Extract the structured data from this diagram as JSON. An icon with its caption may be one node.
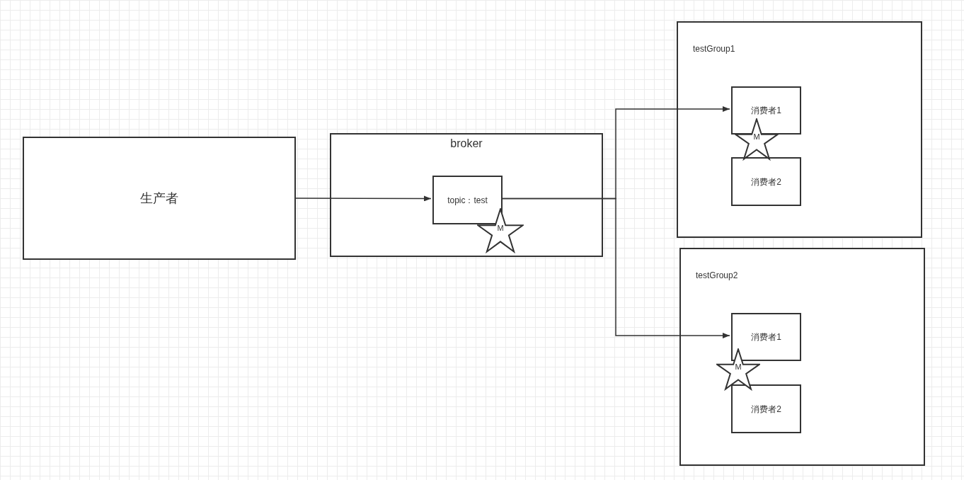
{
  "diagram": {
    "nodes": [
      {
        "text": [
          "生产者"
        ]
      },
      {
        "text": [
          "broker"
        ]
      },
      {
        "text": [
          "topic：test"
        ],
        "in": 1
      },
      {
        "text": [
          "M"
        ],
        "in": 1
      },
      {
        "text": [
          "testGroup1"
        ]
      },
      {
        "text": [
          "消费者1"
        ],
        "in": 4
      },
      {
        "text": [
          "M"
        ],
        "in": 4
      },
      {
        "text": [
          "消费者2"
        ],
        "in": 4
      },
      {
        "text": [
          "testGroup2"
        ]
      },
      {
        "text": [
          "消费者1"
        ],
        "in": 8
      },
      {
        "text": [
          "M"
        ],
        "in": 8
      },
      {
        "text": [
          "消费者2"
        ],
        "in": 8
      }
    ],
    "edges": [
      {
        "from": 0,
        "to": 2,
        "arrow": "to"
      },
      {
        "from": 2,
        "to": 5,
        "arrow": "to"
      },
      {
        "from": 2,
        "to": 9,
        "arrow": "to"
      }
    ]
  }
}
